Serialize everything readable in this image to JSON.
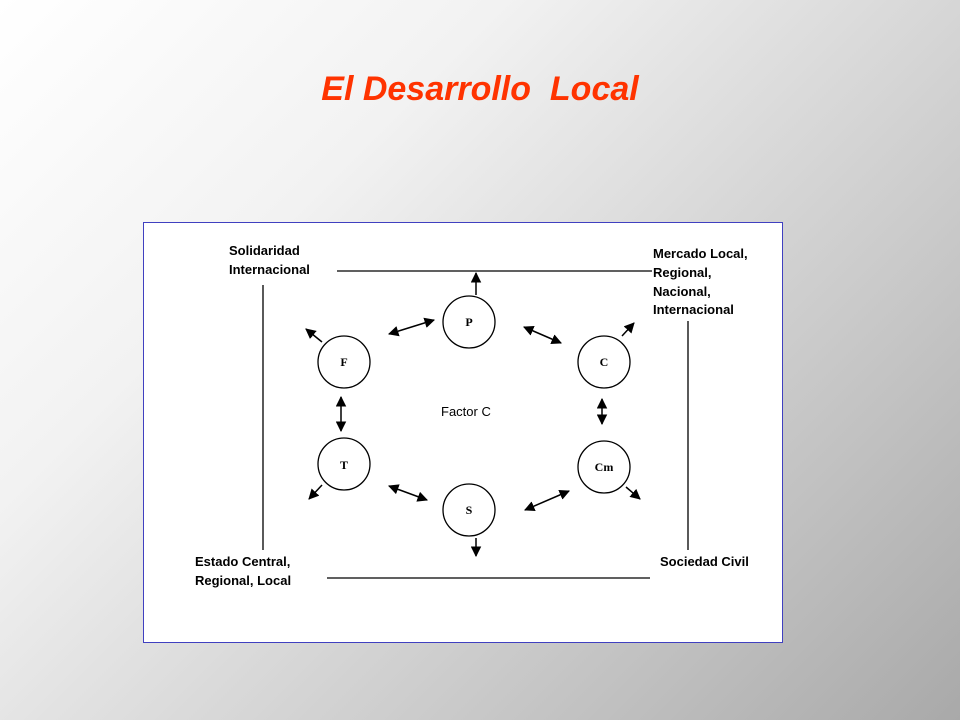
{
  "slide": {
    "title": "El Desarrollo  Local",
    "title_color": "#ff3300"
  },
  "diagram": {
    "center_label": "Factor C",
    "nodes": {
      "p": "P",
      "c": "C",
      "cm": "Cm",
      "s": "S",
      "t": "T",
      "f": "F"
    },
    "corners": {
      "top_left": [
        "Solidaridad",
        "Internacional"
      ],
      "top_right": [
        "Mercado Local,",
        "Regional,",
        "Nacional,",
        "Internacional"
      ],
      "bottom_left": [
        "Estado Central,",
        "Regional, Local"
      ],
      "bottom_right": [
        "Sociedad Civil"
      ]
    },
    "frame_color": "#4040c0"
  }
}
